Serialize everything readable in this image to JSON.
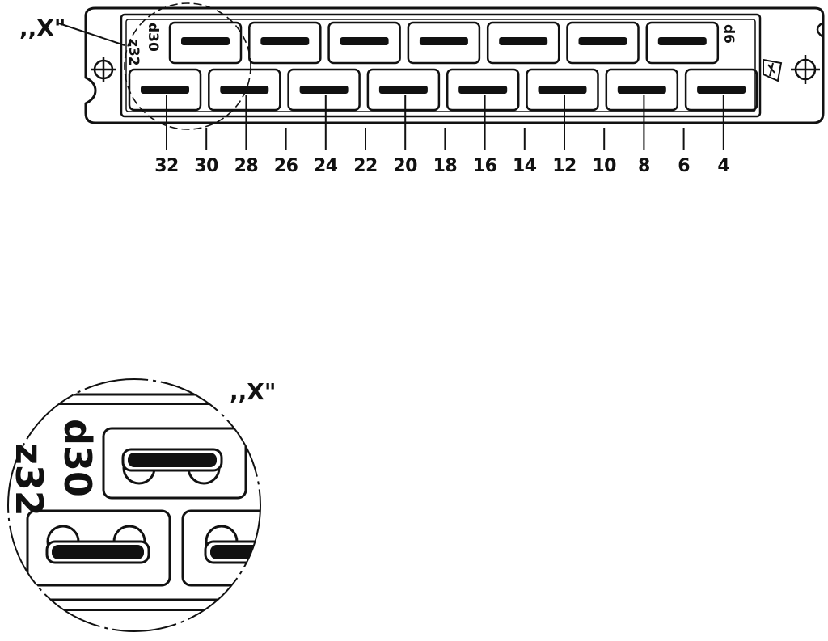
{
  "diagram": {
    "callout_label": ",,X\"",
    "detail_label": ",,X\"",
    "row_d_end_label": "d30",
    "row_z_end_label": "z32",
    "row_d_start_label": "d6",
    "detail_row_d_label": "d30",
    "detail_row_z_label": "z32",
    "pin_labels": [
      "32",
      "30",
      "28",
      "26",
      "24",
      "22",
      "20",
      "18",
      "16",
      "14",
      "12",
      "10",
      "8",
      "6",
      "4"
    ],
    "colors": {
      "ink": "#111111",
      "background": "#ffffff"
    }
  }
}
